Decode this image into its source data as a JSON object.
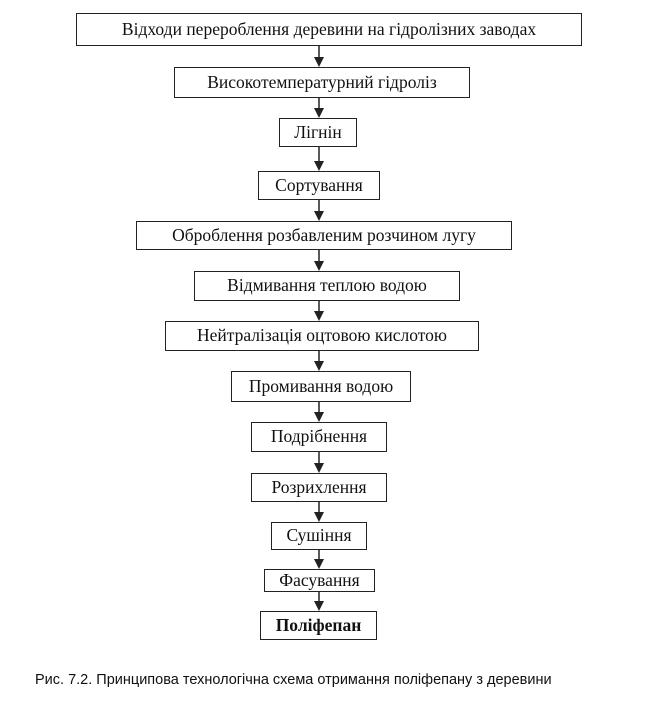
{
  "steps": [
    {
      "label": "Відходи перероблення деревини на гідролізних заводах"
    },
    {
      "label": "Високотемпературний гідроліз"
    },
    {
      "label": "Лігнін"
    },
    {
      "label": "Сортування"
    },
    {
      "label": "Оброблення розбавленим розчином лугу"
    },
    {
      "label": "Відмивання теплою водою"
    },
    {
      "label": "Нейтралізація оцтовою кислотою"
    },
    {
      "label": "Промивання водою"
    },
    {
      "label": "Подрібнення"
    },
    {
      "label": "Розрихлення"
    },
    {
      "label": "Сушіння"
    },
    {
      "label": "Фасування"
    },
    {
      "label": "Поліфепан"
    }
  ],
  "caption": "Рис. 7.2. Принципова технологічна схема отримання поліфепану з деревини"
}
